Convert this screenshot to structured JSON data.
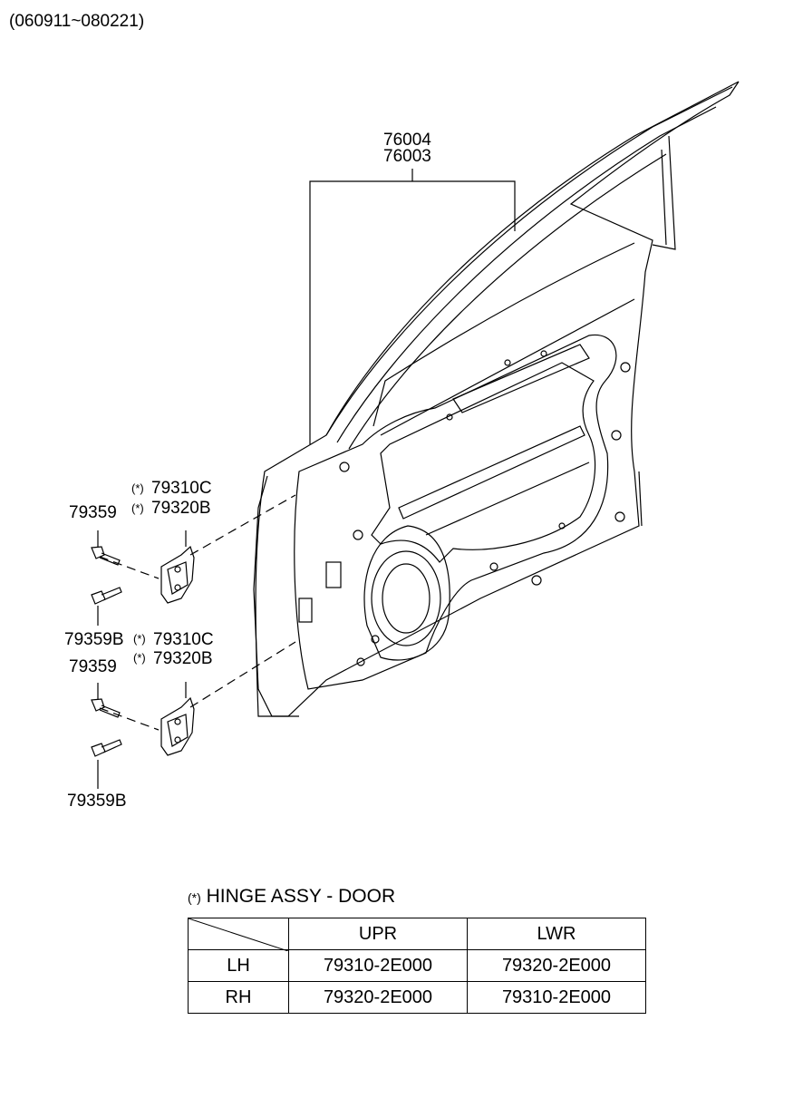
{
  "date_range": "(060911~080221)",
  "callouts": {
    "door_upper": "76004",
    "door_lower": "76003",
    "star": "(*)",
    "hinge_upper_c": "79310C",
    "hinge_upper_b": "79320B",
    "hinge_lower_c": "79310C",
    "hinge_lower_b": "79320B",
    "bolt_1": "79359",
    "bolt_2": "79359B",
    "bolt_3": "79359",
    "bolt_4": "79359B"
  },
  "legend": {
    "star": "(*)",
    "title": "HINGE ASSY - DOOR"
  },
  "table": {
    "columns": [
      "UPR",
      "LWR"
    ],
    "rows": [
      {
        "side": "LH",
        "upr": "79310-2E000",
        "lwr": "79320-2E000"
      },
      {
        "side": "RH",
        "upr": "79320-2E000",
        "lwr": "79310-2E000"
      }
    ]
  }
}
